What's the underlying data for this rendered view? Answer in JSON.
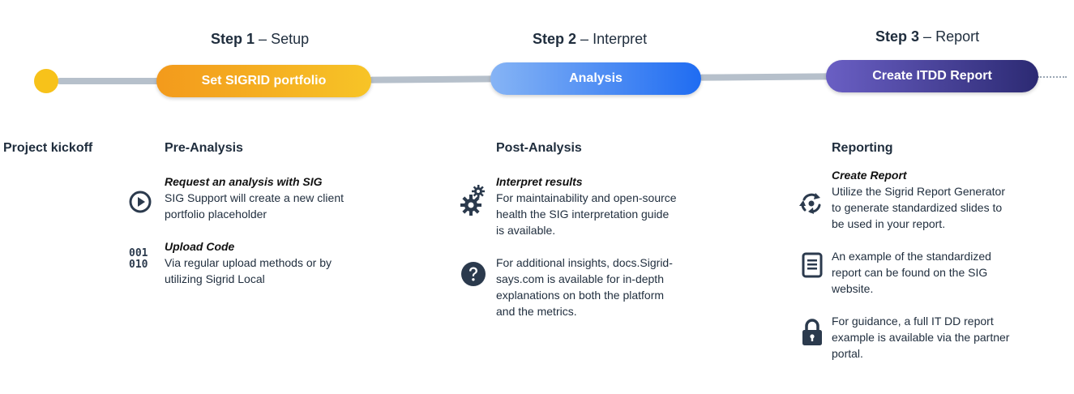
{
  "milestone": {
    "label": "Project kickoff"
  },
  "steps": [
    {
      "number": "Step 1",
      "separator": "–",
      "name": "Setup",
      "pill_label": "Set SIGRID portfolio"
    },
    {
      "number": "Step 2",
      "separator": "–",
      "name": "Interpret",
      "pill_label": "Analysis"
    },
    {
      "number": "Step 3",
      "separator": "–",
      "name": "Report",
      "pill_label": "Create ITDD Report"
    }
  ],
  "sections": {
    "pre_analysis": {
      "heading": "Pre-Analysis",
      "items": [
        {
          "icon": "play-circle-icon",
          "title": "Request an analysis with SIG",
          "lines": [
            "SIG Support will create a new client",
            "portfolio placeholder"
          ]
        },
        {
          "icon": "binary-code-icon",
          "icon_text": [
            "001",
            "010"
          ],
          "title": "Upload Code",
          "lines": [
            "Via regular upload methods or by",
            "utilizing Sigrid Local"
          ]
        }
      ]
    },
    "post_analysis": {
      "heading": "Post-Analysis",
      "items": [
        {
          "icon": "gears-icon",
          "title": "Interpret results",
          "lines": [
            "For maintainability and open-source",
            "health the SIG interpretation guide",
            "is available."
          ]
        },
        {
          "icon": "question-circle-icon",
          "title": "",
          "lines": [
            "For additional insights, docs.Sigrid-",
            "says.com is available for in-depth",
            "explanations on both the platform",
            "and the metrics."
          ]
        }
      ]
    },
    "reporting": {
      "heading": "Reporting",
      "items": [
        {
          "icon": "cycle-arrows-icon",
          "title": "Create Report",
          "lines": [
            "Utilize the Sigrid Report Generator",
            "to generate standardized slides to",
            "be used in your report."
          ]
        },
        {
          "icon": "document-icon",
          "title": "",
          "lines": [
            "An example of the standardized",
            "report can be found on the SIG",
            "website."
          ]
        },
        {
          "icon": "lock-icon",
          "title": "",
          "lines": [
            "For guidance, a full IT DD report",
            "example is available via the partner",
            "portal."
          ]
        }
      ]
    }
  },
  "colors": {
    "kickoff_dot": "#f7c21a",
    "step1_gradient": [
      "#f39a1c",
      "#f7c427"
    ],
    "step2_gradient": [
      "#86b4f5",
      "#1f6cf2"
    ],
    "step3_gradient": [
      "#6a5fc4",
      "#2c2a73"
    ],
    "track": "#b6c0cb",
    "icon": "#2b3a4d"
  }
}
